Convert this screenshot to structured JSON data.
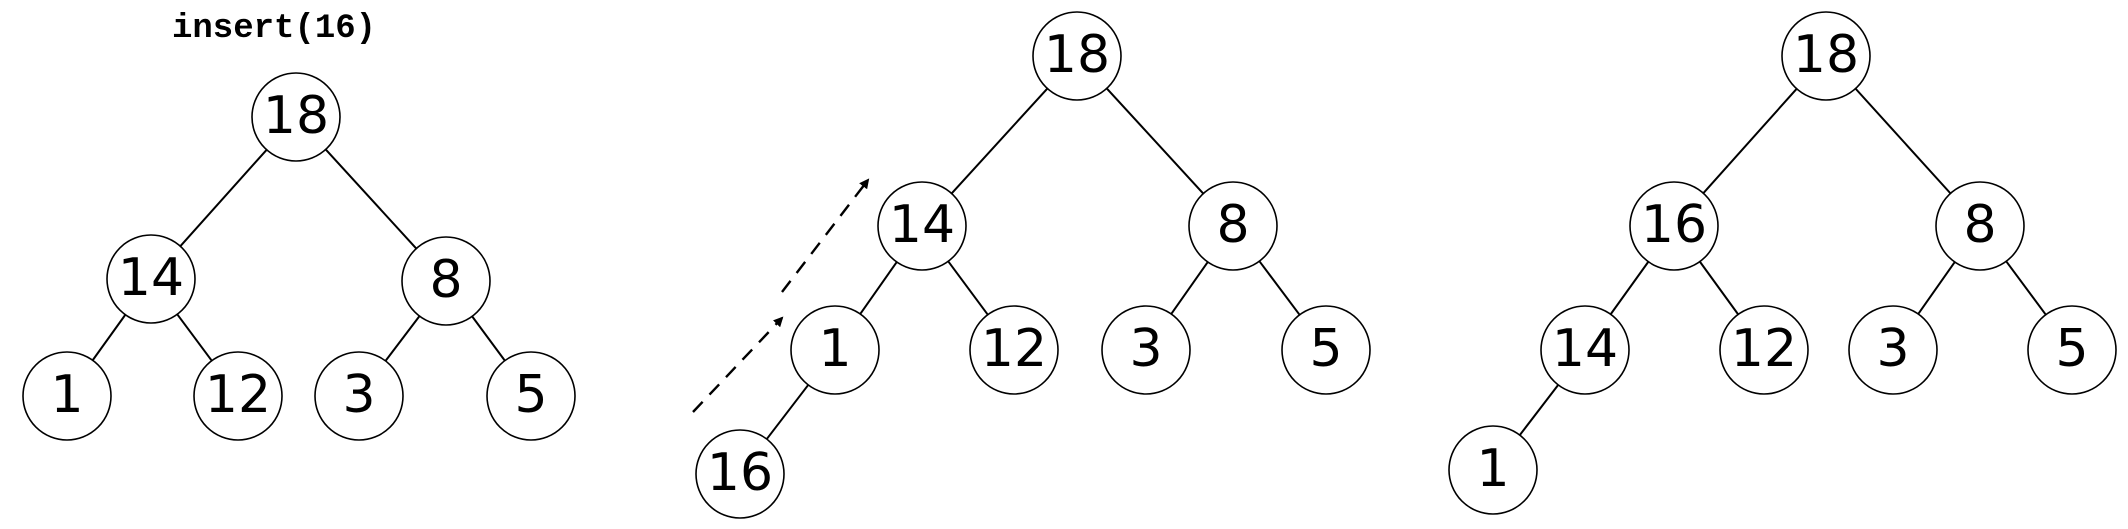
{
  "caption": "insert(16)",
  "trees": [
    {
      "id": "tree-1",
      "nodes": [
        "18",
        "14",
        "8",
        "1",
        "12",
        "3",
        "5"
      ],
      "edges": [
        [
          0,
          1
        ],
        [
          0,
          2
        ],
        [
          1,
          3
        ],
        [
          1,
          4
        ],
        [
          2,
          5
        ],
        [
          2,
          6
        ]
      ]
    },
    {
      "id": "tree-2",
      "nodes": [
        "18",
        "14",
        "8",
        "1",
        "12",
        "3",
        "5",
        "16"
      ],
      "edges": [
        [
          0,
          1
        ],
        [
          0,
          2
        ],
        [
          1,
          3
        ],
        [
          1,
          4
        ],
        [
          2,
          5
        ],
        [
          2,
          6
        ],
        [
          3,
          7
        ]
      ]
    },
    {
      "id": "tree-3",
      "nodes": [
        "18",
        "16",
        "8",
        "14",
        "12",
        "3",
        "5",
        "1"
      ],
      "edges": [
        [
          0,
          1
        ],
        [
          0,
          2
        ],
        [
          1,
          3
        ],
        [
          1,
          4
        ],
        [
          2,
          5
        ],
        [
          2,
          6
        ],
        [
          3,
          7
        ]
      ]
    }
  ]
}
